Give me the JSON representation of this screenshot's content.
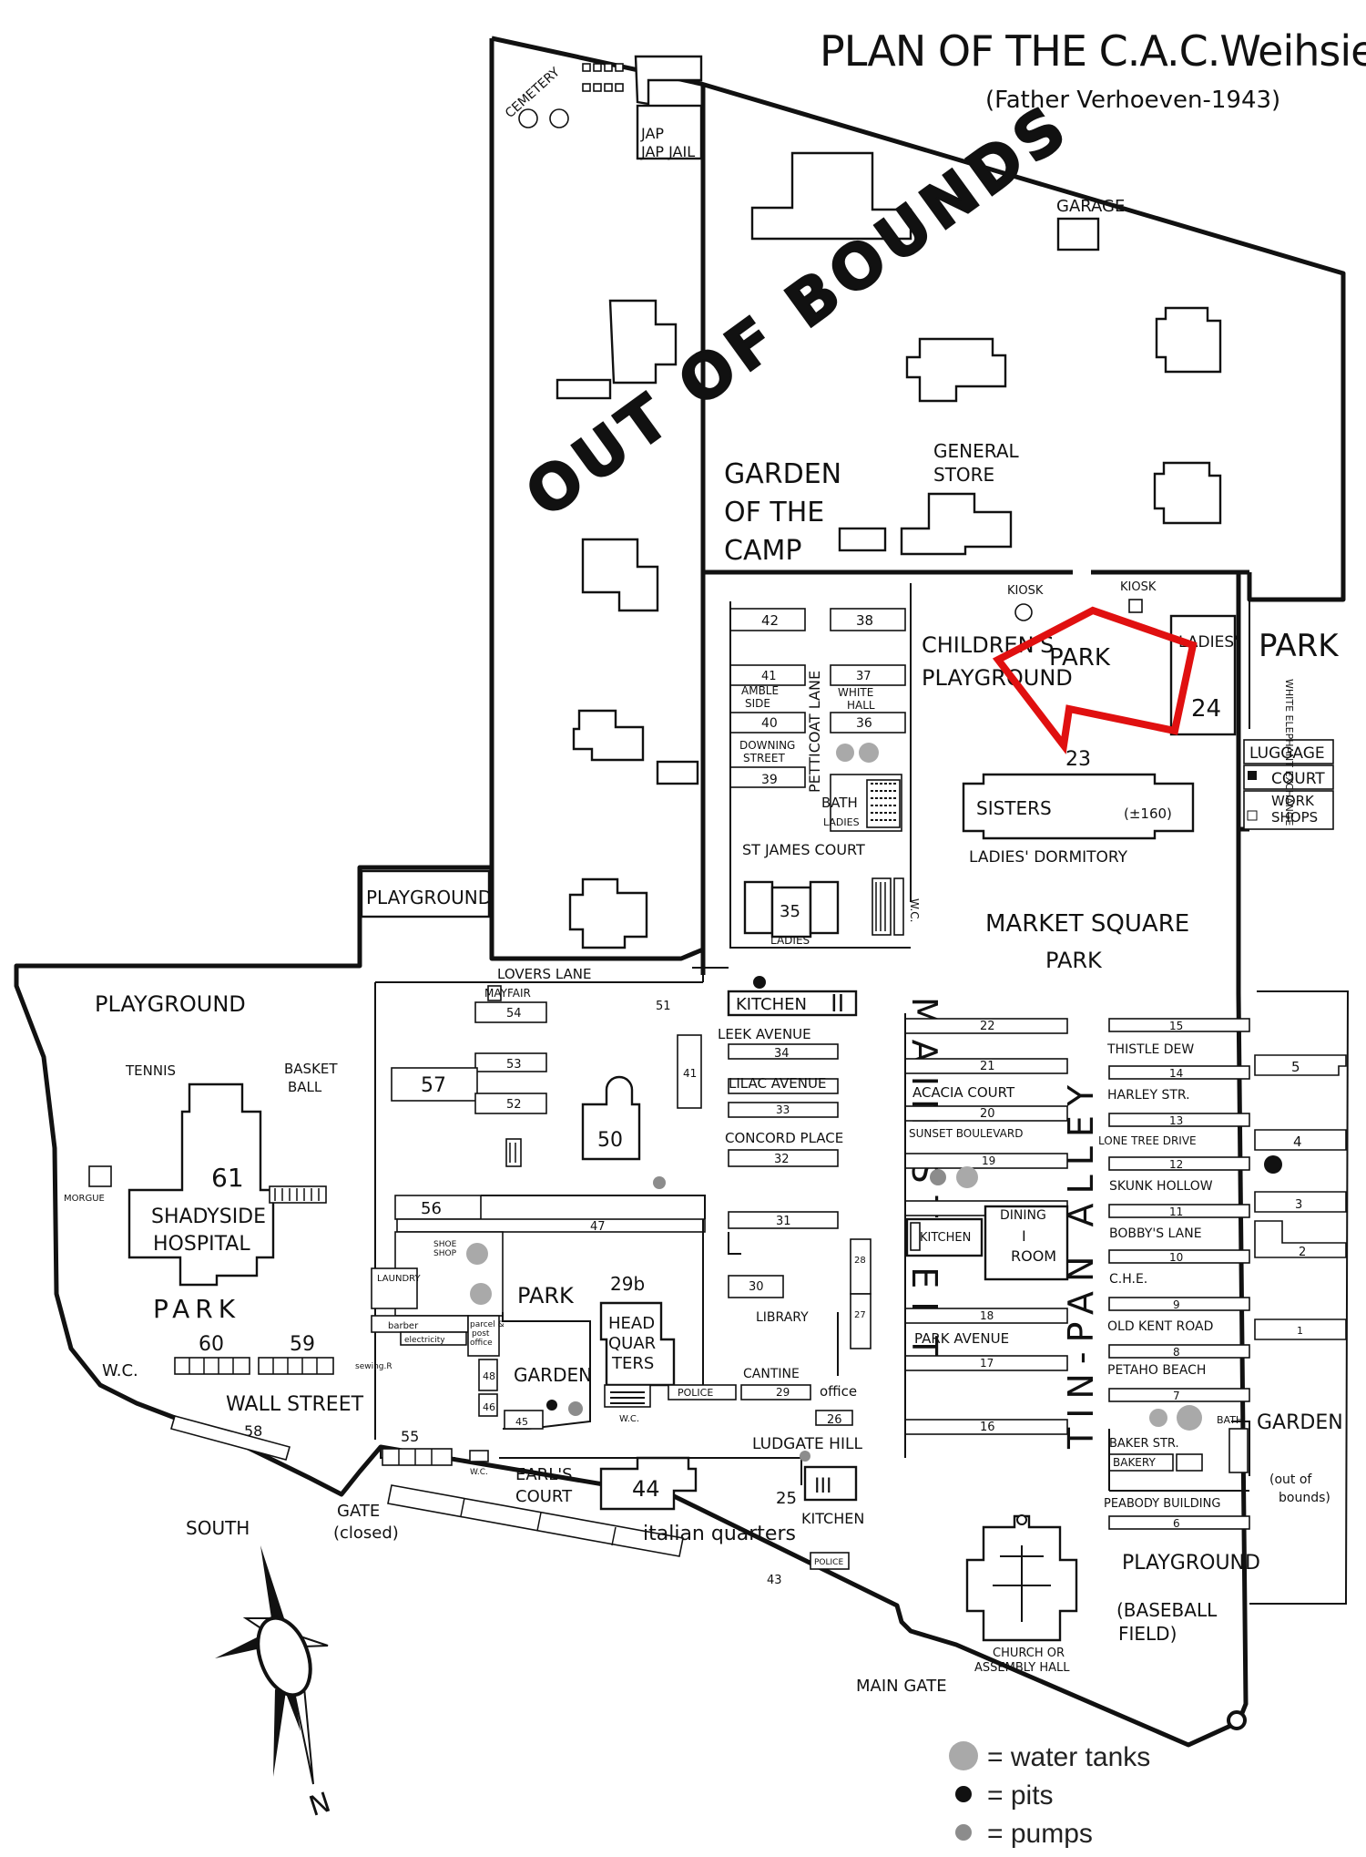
{
  "title": "PLAN OF THE C.A.C.Weihsien",
  "subtitle": "(Father Verhoeven-1943)",
  "labels": {
    "out_of_bounds": "OUT OF BOUNDS",
    "cemetery": "CEMETERY",
    "jap_jail": "JAP JAIL",
    "garage": "GARAGE",
    "garden_camp_1": "GARDEN",
    "garden_camp_2": "OF THE",
    "garden_camp_3": "CAMP",
    "general_store_1": "GENERAL",
    "general_store_2": "STORE",
    "kiosk_1": "KIOSK",
    "kiosk_2": "KIOSK",
    "childrens_1": "CHILDREN'S",
    "childrens_2": "PLAYGROUND",
    "park_top": "PARK",
    "ladies": "LADIES'",
    "num_24": "24",
    "num_23": "23",
    "park_right": "PARK",
    "white_elephant": "WHITE ELEPHANT EXCHANGE",
    "luggage": "LUGGAGE",
    "court": "COURT",
    "work_1": "WORK",
    "work_2": "SHOPS",
    "petticoat": "PETTICOAT LANE",
    "b42": "42",
    "b38": "38",
    "b41": "41",
    "b37": "37",
    "amble_1": "AMBLE",
    "amble_2": "SIDE",
    "white_hall_1": "WHITE",
    "white_hall_2": "HALL",
    "b40": "40",
    "b36": "36",
    "downing_1": "DOWNING",
    "downing_2": "STREET",
    "b39": "39",
    "bath": "BATH",
    "bath_ladies": "LADIES",
    "st_james": "ST JAMES COURT",
    "b35": "35",
    "ladies_35": "LADIES",
    "wc_35": "W.C.",
    "sisters": "SISTERS",
    "sisters_num": "(±160)",
    "ladies_dorm": "LADIES' DORMITORY",
    "market_1": "MARKET SQUARE",
    "market_2": "PARK",
    "playground_mid": "PLAYGROUND",
    "playground_left": "PLAYGROUND",
    "lovers_lane": "LOVERS LANE",
    "mayfair": "MAYFAIR",
    "b54": "54",
    "b53": "53",
    "b52": "52",
    "b57": "57",
    "b51": "51",
    "kitchen_2": "KITCHEN",
    "kitchen_2_num": "II",
    "leek": "LEEK AVENUE",
    "b34": "34",
    "b41b": "41",
    "lilac": "LILAC AVENUE",
    "b33": "33",
    "concord": "CONCORD PLACE",
    "b32": "32",
    "b50": "50",
    "tennis": "TENNIS",
    "basket_1": "BASKET",
    "basket_2": "BALL",
    "morgue": "MORGUE",
    "b61": "61",
    "shadyside_1": "SHADYSIDE",
    "shadyside_2": "HOSPITAL",
    "b56": "56",
    "b47": "47",
    "b31": "31",
    "b30": "30",
    "b28": "28",
    "b27": "27",
    "shoe_1": "SHOE",
    "shoe_2": "SHOP",
    "laundry": "LAUNDRY",
    "park_mid": "PARK",
    "b29b": "29b",
    "head_1": "HEAD",
    "head_2": "QUAR",
    "head_3": "TERS",
    "library": "LIBRARY",
    "barber": "barber",
    "electricity": "electricity",
    "parcel_1": "parcel &",
    "parcel_2": "post",
    "parcel_3": "office",
    "park_left": "PARK",
    "b60": "60",
    "b59": "59",
    "sewing": "sewing.R",
    "garden_mid": "GARDEN",
    "b46": "46",
    "b45": "45",
    "b48": "48",
    "cantine": "CANTINE",
    "police_1": "POLICE",
    "b29": "29",
    "office": "office",
    "wc_mid": "W.C.",
    "b26": "26",
    "wc_left": "W.C.",
    "wall_street": "WALL STREET",
    "b58": "58",
    "b55": "55",
    "ludgate": "LUDGATE HILL",
    "earls_1": "EARL'S",
    "earls_2": "COURT",
    "b44": "44",
    "b25": "25",
    "kitchen_3_num": "III",
    "kitchen_3": "KITCHEN",
    "italian": "italian quarters",
    "police_2": "POLICE",
    "b43": "43",
    "wc_earl": "W.C.",
    "gate_1": "GATE",
    "gate_2": "(closed)",
    "south": "SOUTH",
    "north": "N",
    "main_street": "MAIN STREET",
    "main_gate": "MAIN GATE",
    "church_1": "CHURCH OR",
    "church_2": "ASSEMBLY HALL",
    "tin_pan": "TIN-PAN ALLEY",
    "b22": "22",
    "b21": "21",
    "acacia": "ACACIA COURT",
    "b20": "20",
    "sunset": "SUNSET BOULEVARD",
    "b19": "19",
    "kitchen_1": "KITCHEN",
    "dining_1": "DINING",
    "dining_2": "I",
    "dining_3": "ROOM",
    "b18": "18",
    "park_avenue": "PARK AVENUE",
    "b17": "17",
    "b16": "16",
    "b15": "15",
    "thistle": "THISTLE DEW",
    "b14": "14",
    "harley": "HARLEY STR.",
    "b13": "13",
    "lone_tree": "LONE TREE DRIVE",
    "b12": "12",
    "skunk": "SKUNK HOLLOW",
    "b11": "11",
    "bobbys": "BOBBY'S LANE",
    "b10": "10",
    "che": "C.H.E.",
    "b9": "9",
    "old_kent": "OLD KENT ROAD",
    "b8": "8",
    "petaho": "PETAHO BEACH",
    "b7": "7",
    "baker": "BAKER STR.",
    "bakery": "BAKERY",
    "bath_r": "BATH",
    "peabody": "PEABODY BUILDING",
    "b6": "6",
    "playground_r": "PLAYGROUND",
    "baseball_1": "(BASEBALL",
    "baseball_2": "FIELD)",
    "b5": "5",
    "b4": "4",
    "b3": "3",
    "b2": "2",
    "b1": "1",
    "garden_r": "GARDEN",
    "oob_1": "(out of",
    "oob_2": "bounds)"
  },
  "legend": {
    "water_tanks": "= water tanks",
    "pits": "= pits",
    "pumps": "= pumps"
  },
  "colors": {
    "arrow": "#e01010",
    "water_tank": "#a9a9a9",
    "pit": "#111111",
    "pump": "#8c8c8c"
  }
}
